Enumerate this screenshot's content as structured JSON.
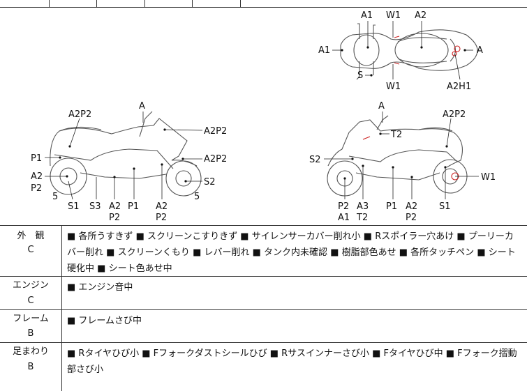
{
  "diagram": {
    "top_view": {
      "labels": [
        "A1",
        "W1",
        "A2",
        "A1",
        "A",
        "S",
        "W1",
        "A2H1"
      ]
    },
    "left_view": {
      "labels": [
        "A",
        "A2P2",
        "A2P2",
        "P1",
        "A2P2",
        "A2",
        "P2",
        "S2",
        "5",
        "5",
        "S1",
        "S3",
        "A2",
        "P2",
        "P1",
        "A2",
        "P2"
      ]
    },
    "right_view": {
      "labels": [
        "A",
        "A2P2",
        "T2",
        "S2",
        "W1",
        "P2",
        "A1",
        "A3",
        "T2",
        "P1",
        "A2",
        "P2",
        "S1"
      ]
    }
  },
  "rows": [
    {
      "head_line1": "外　観",
      "head_line2": "C",
      "items": [
        "各所うすきず",
        "スクリーンこすりきず",
        "サイレンサーカバー削れ小",
        "Rスポイラー穴あけ",
        "プーリーカバー削れ",
        "スクリーンくもり",
        "レバー削れ",
        "タンク内未確認",
        "樹脂部色あせ",
        "各所タッチペン",
        "シート硬化中",
        "シート色あせ中"
      ]
    },
    {
      "head_line1": "エンジン",
      "head_line2": "C",
      "items": [
        "エンジン音中"
      ]
    },
    {
      "head_line1": "フレーム",
      "head_line2": "B",
      "items": [
        "フレームさび中"
      ]
    },
    {
      "head_line1": "足まわり",
      "head_line2": "B",
      "items": [
        "Rタイヤひび小",
        "Fフォークダストシールひび",
        "Rサスインナーさび小",
        "Fタイヤひび中",
        "Fフォーク摺動部さび小"
      ]
    }
  ],
  "bullet": "■"
}
